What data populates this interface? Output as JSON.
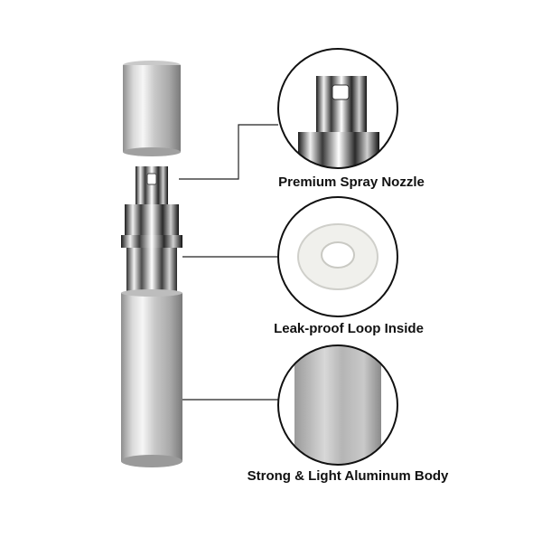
{
  "features": [
    {
      "label": "Premium Spray Nozzle"
    },
    {
      "label": "Leak-proof Loop Inside"
    },
    {
      "label": "Strong & Light Aluminum Body"
    }
  ],
  "icons": {
    "product": "perfume-atomizer-icon",
    "feature_1": "spray-nozzle-icon",
    "feature_2": "sealing-ring-icon",
    "feature_3": "aluminum-body-icon"
  },
  "colors": {
    "background": "#ffffff",
    "text": "#111111",
    "line": "#222222"
  }
}
